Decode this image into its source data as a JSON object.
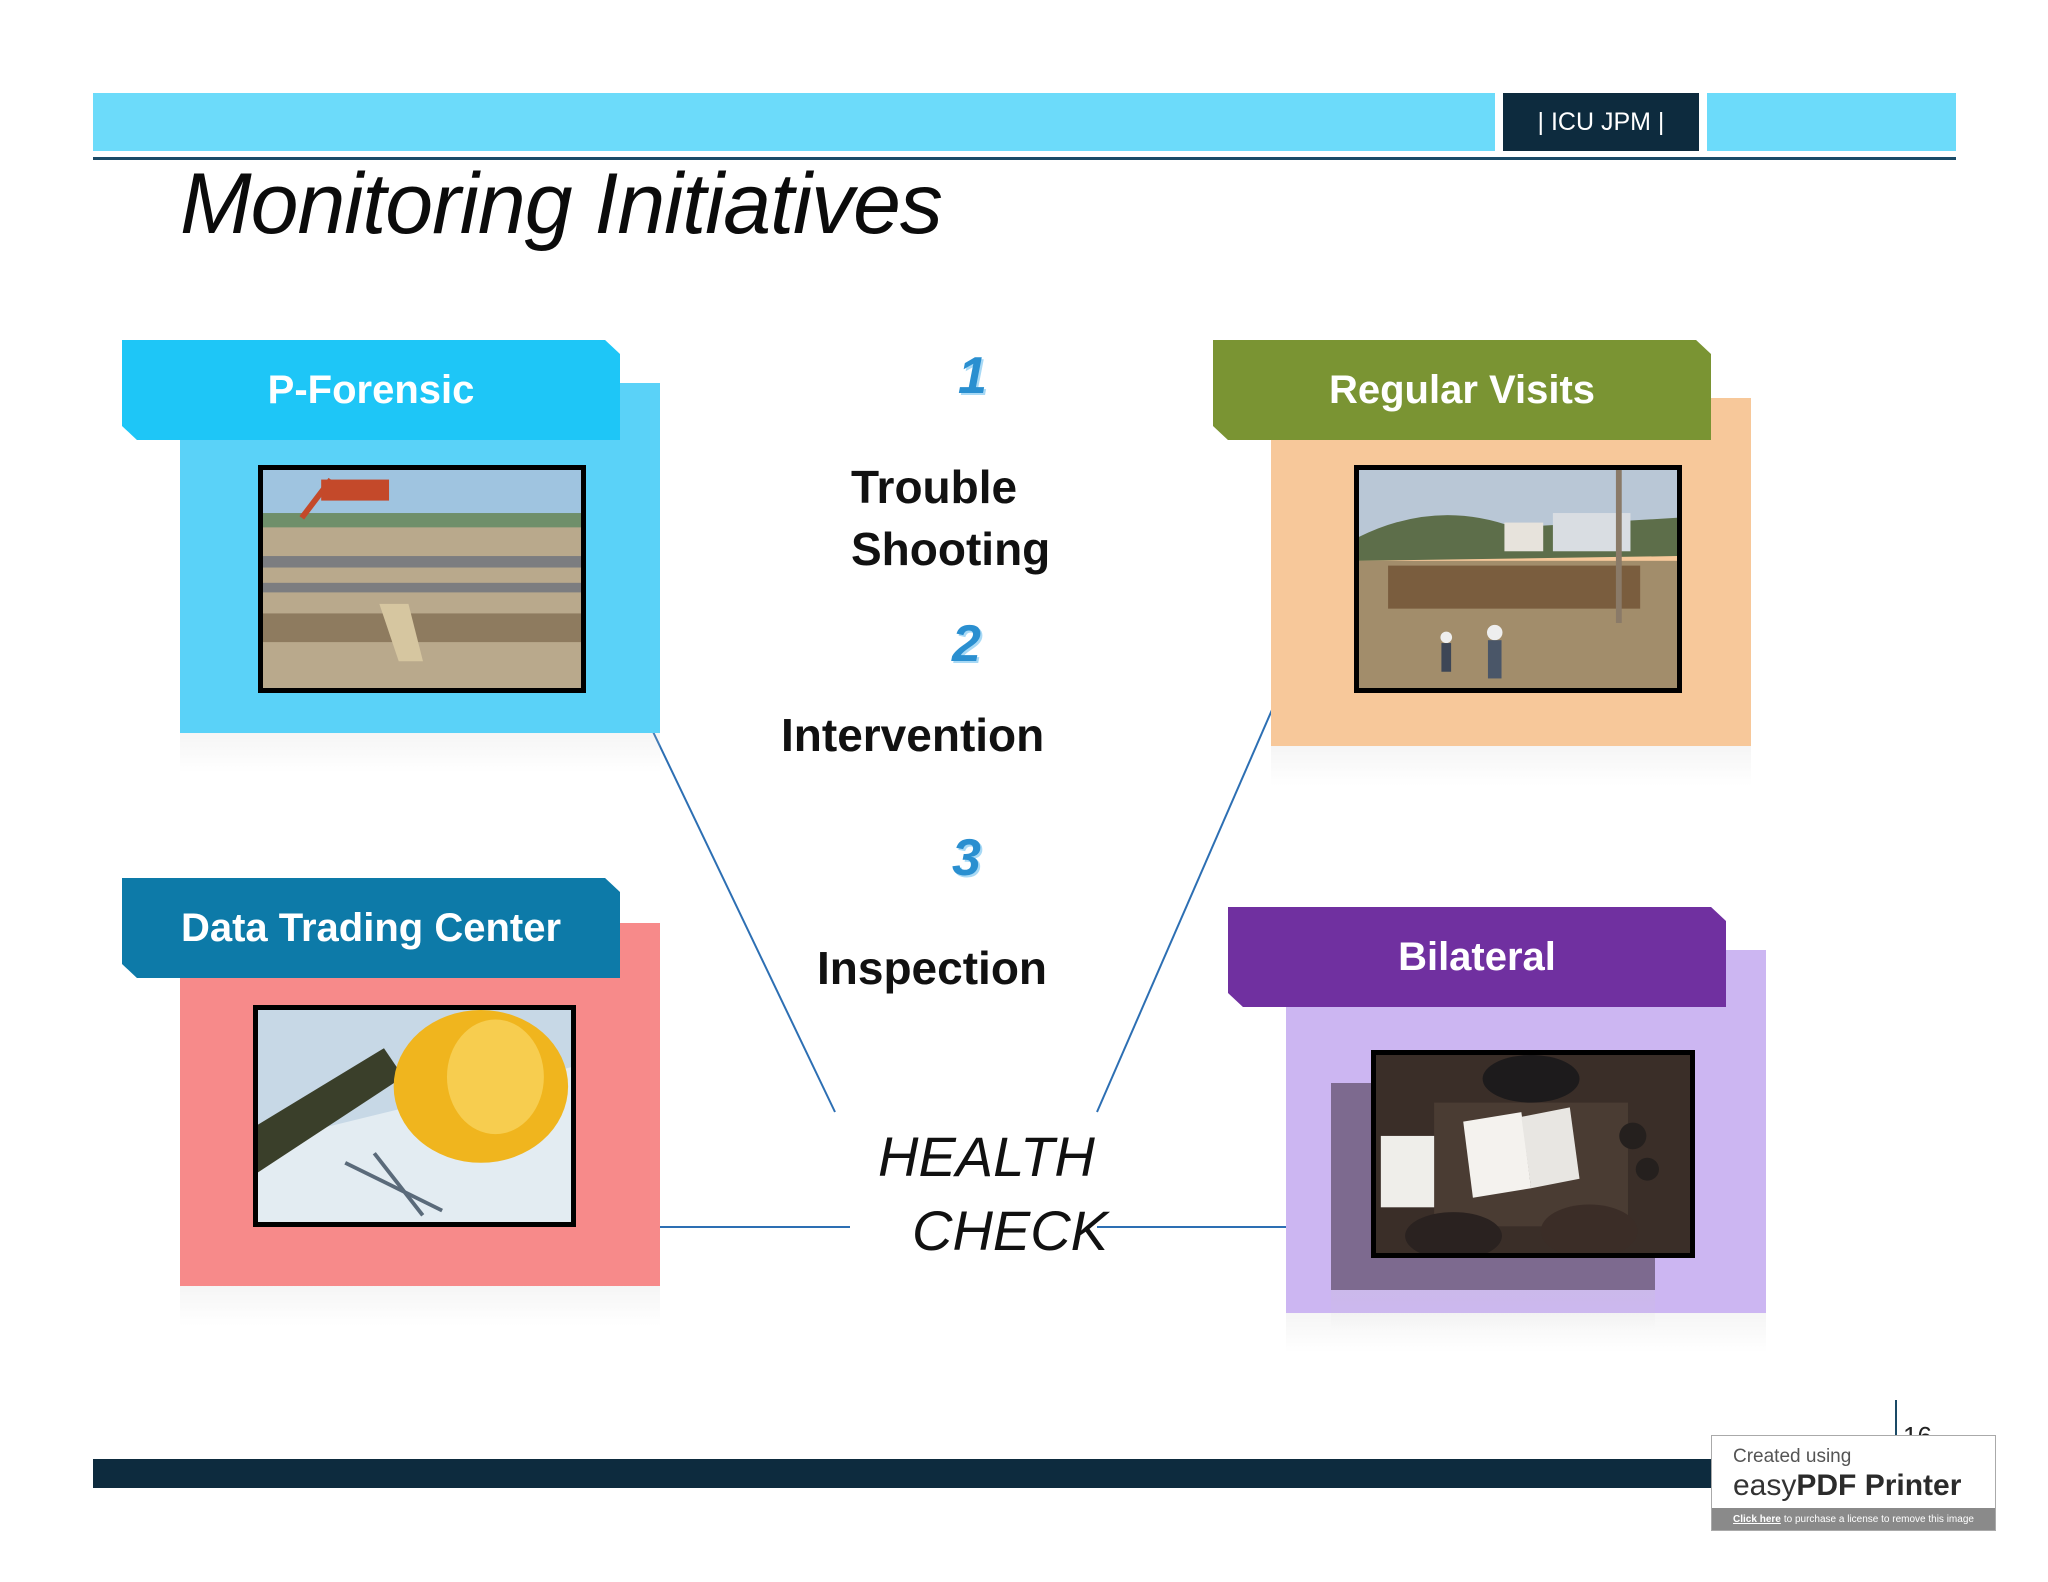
{
  "header": {
    "tag": "| ICU JPM |"
  },
  "title": "Monitoring Initiatives",
  "cards": {
    "p_forensic": {
      "label": "P-Forensic",
      "color": "#1ec6f7",
      "back": "#5ad2f8"
    },
    "data_trading": {
      "label": "Data Trading Center",
      "color": "#0d7aa8",
      "back": "#f78a8a"
    },
    "regular_visits": {
      "label": "Regular Visits",
      "color": "#7a9433",
      "back": "#f7c89a"
    },
    "bilateral": {
      "label": "Bilateral",
      "color": "#7030a0",
      "back": "#ccb6f2"
    }
  },
  "steps": [
    {
      "number": "1",
      "label_line1": "Trouble",
      "label_line2": "Shooting"
    },
    {
      "number": "2",
      "label": "Intervention"
    },
    {
      "number": "3",
      "label": "Inspection"
    }
  ],
  "center": {
    "line1": "HEALTH",
    "line2": "CHECK"
  },
  "page_number": "16",
  "watermark": {
    "created": "Created using",
    "brand_prefix": "easy",
    "brand_bold": "PDF Printer",
    "footer_link": "Click here",
    "footer_text": "to purchase a license to remove this image"
  }
}
